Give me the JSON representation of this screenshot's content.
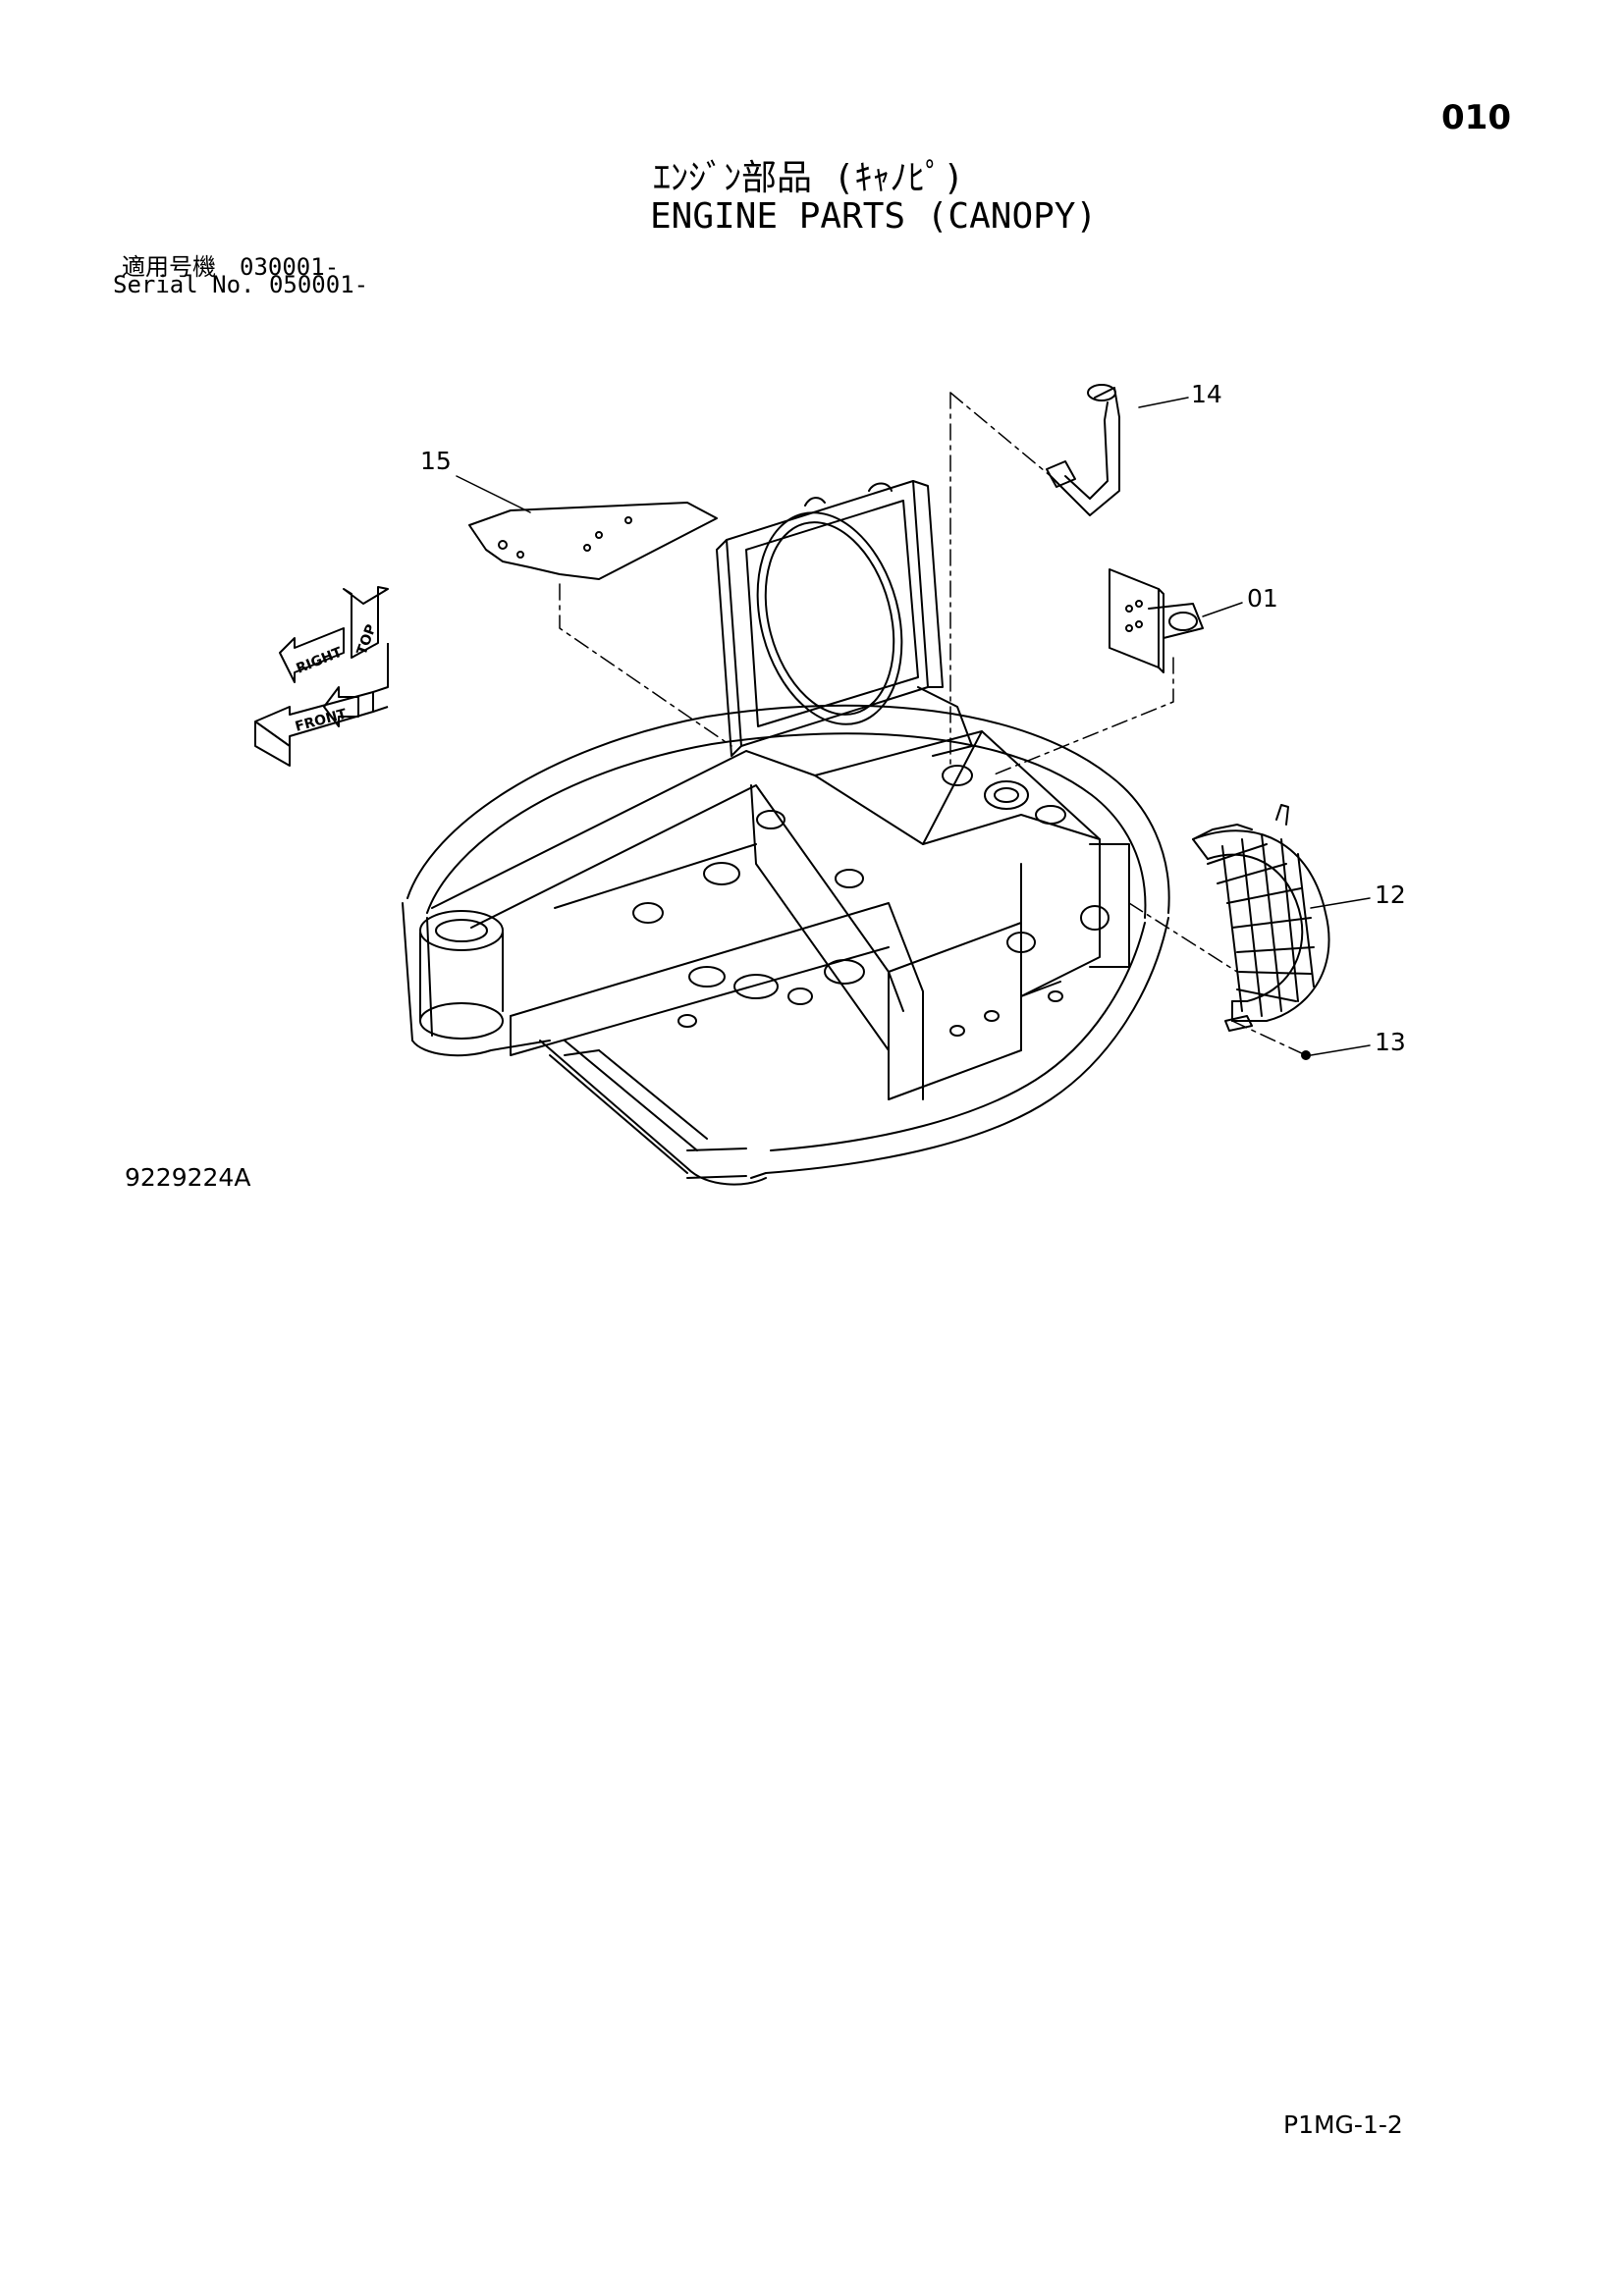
{
  "page": {
    "number": "010",
    "title_jp": "ｴﾝｼﾞﾝ部品 (ｷｬﾉﾋﾟ)",
    "title_en": "ENGINE PARTS (CANOPY)",
    "serial_jp": "適用号機　030001-",
    "serial_en": "Serial No. 050001-",
    "drawing_number": "9229224A",
    "model_code": "P1MG-1-2"
  },
  "orientation": {
    "top": "TOP",
    "right": "RIGHT",
    "front": "FRONT"
  },
  "callouts": [
    {
      "id": "c01",
      "label": "01"
    },
    {
      "id": "c12",
      "label": "12"
    },
    {
      "id": "c13",
      "label": "13"
    },
    {
      "id": "c14",
      "label": "14"
    },
    {
      "id": "c15",
      "label": "15"
    }
  ]
}
